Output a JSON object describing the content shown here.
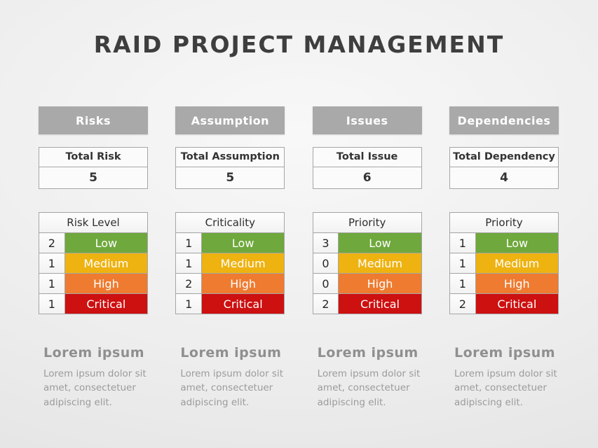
{
  "title": "RAID PROJECT MANAGEMENT",
  "colors": {
    "low": "#6fa83c",
    "medium": "#eeb211",
    "high": "#ee7b30",
    "critical": "#cd1010",
    "header_gray": "#a9a9a9",
    "title_text": "#3e3e3e"
  },
  "description": {
    "title": "Lorem ipsum",
    "lines": [
      "Lorem ipsum dolor sit",
      "amet, consectetuer",
      "adipiscing elit."
    ]
  },
  "columns": [
    {
      "header": "Risks",
      "total_label": "Total Risk",
      "total_value": "5",
      "table_header": "Risk Level",
      "rows": [
        {
          "count": "2",
          "label": "Low"
        },
        {
          "count": "1",
          "label": "Medium"
        },
        {
          "count": "1",
          "label": "High"
        },
        {
          "count": "1",
          "label": "Critical"
        }
      ]
    },
    {
      "header": "Assumption",
      "total_label": "Total Assumption",
      "total_value": "5",
      "table_header": "Criticality",
      "rows": [
        {
          "count": "1",
          "label": "Low"
        },
        {
          "count": "1",
          "label": "Medium"
        },
        {
          "count": "2",
          "label": "High"
        },
        {
          "count": "1",
          "label": "Critical"
        }
      ]
    },
    {
      "header": "Issues",
      "total_label": "Total Issue",
      "total_value": "6",
      "table_header": "Priority",
      "rows": [
        {
          "count": "3",
          "label": "Low"
        },
        {
          "count": "0",
          "label": "Medium"
        },
        {
          "count": "0",
          "label": "High"
        },
        {
          "count": "2",
          "label": "Critical"
        }
      ]
    },
    {
      "header": "Dependencies",
      "total_label": "Total Dependency",
      "total_value": "4",
      "table_header": "Priority",
      "rows": [
        {
          "count": "1",
          "label": "Low"
        },
        {
          "count": "1",
          "label": "Medium"
        },
        {
          "count": "1",
          "label": "High"
        },
        {
          "count": "2",
          "label": "Critical"
        }
      ]
    }
  ]
}
